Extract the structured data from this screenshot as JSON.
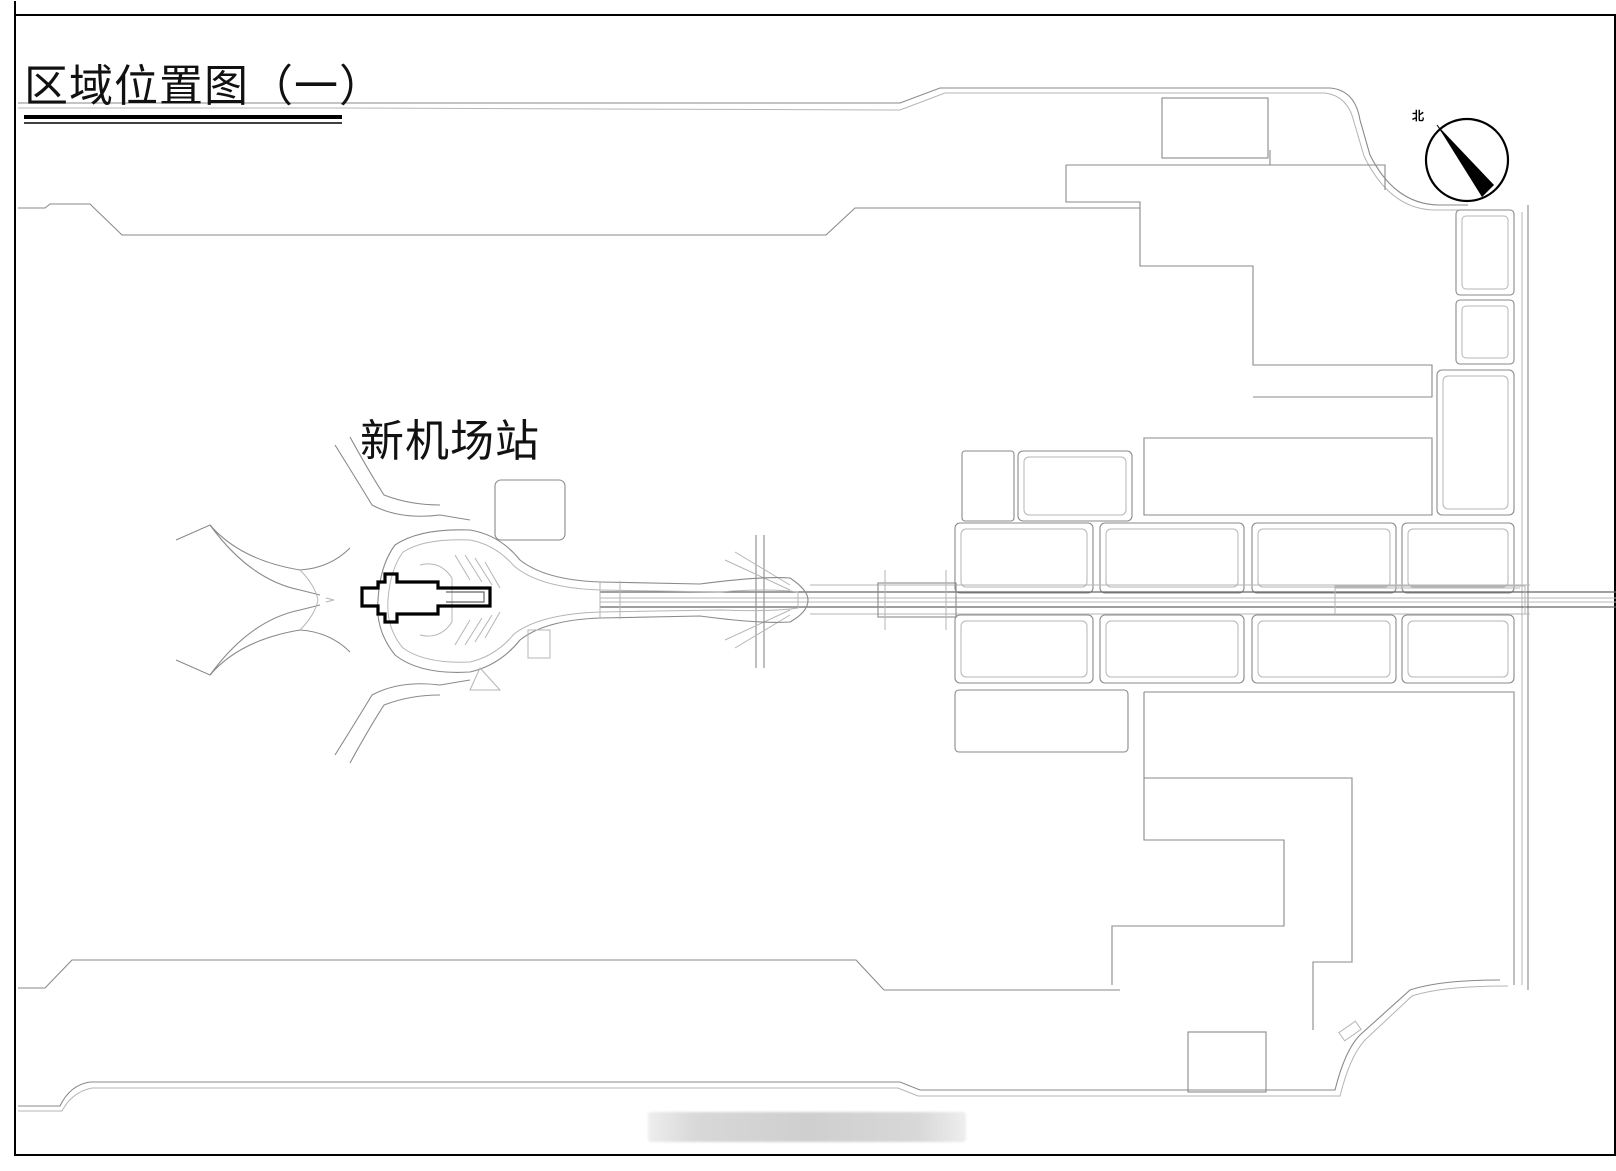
{
  "map": {
    "title": "区域位置图（一）",
    "station_label": "新机场站",
    "north_label": "北"
  },
  "colors": {
    "frame": "#000000",
    "outline": "#8a8a8a",
    "station_outline": "#000000"
  }
}
